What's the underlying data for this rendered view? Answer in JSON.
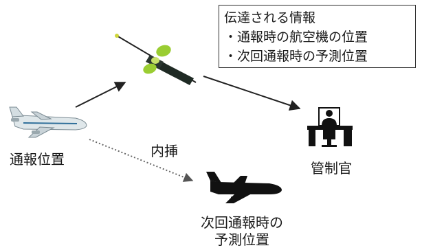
{
  "info_box": {
    "title": "伝達される情報",
    "items": [
      "・通報時の航空機の位置",
      "・次回通報時の予測位置"
    ]
  },
  "labels": {
    "report_position": "通報位置",
    "interpolation": "内挿",
    "controller": "管制官",
    "predicted_position_line1": "次回通報時の",
    "predicted_position_line2": "予測位置"
  },
  "icons": {
    "aircraft_reporting": "airliner-icon",
    "satellite": "satellite-icon",
    "controller": "controller-at-desk-icon",
    "aircraft_predicted": "airliner-silhouette-icon"
  },
  "colors": {
    "text": "#1a1a1a",
    "arrow_solid": "#222222",
    "arrow_dotted": "#666666",
    "satellite_panel": "#9acd32",
    "satellite_body": "#1f2a24",
    "aircraft_body": "#dfe7ea",
    "aircraft_stripe": "#2f6f9a",
    "silhouette": "#111111"
  }
}
